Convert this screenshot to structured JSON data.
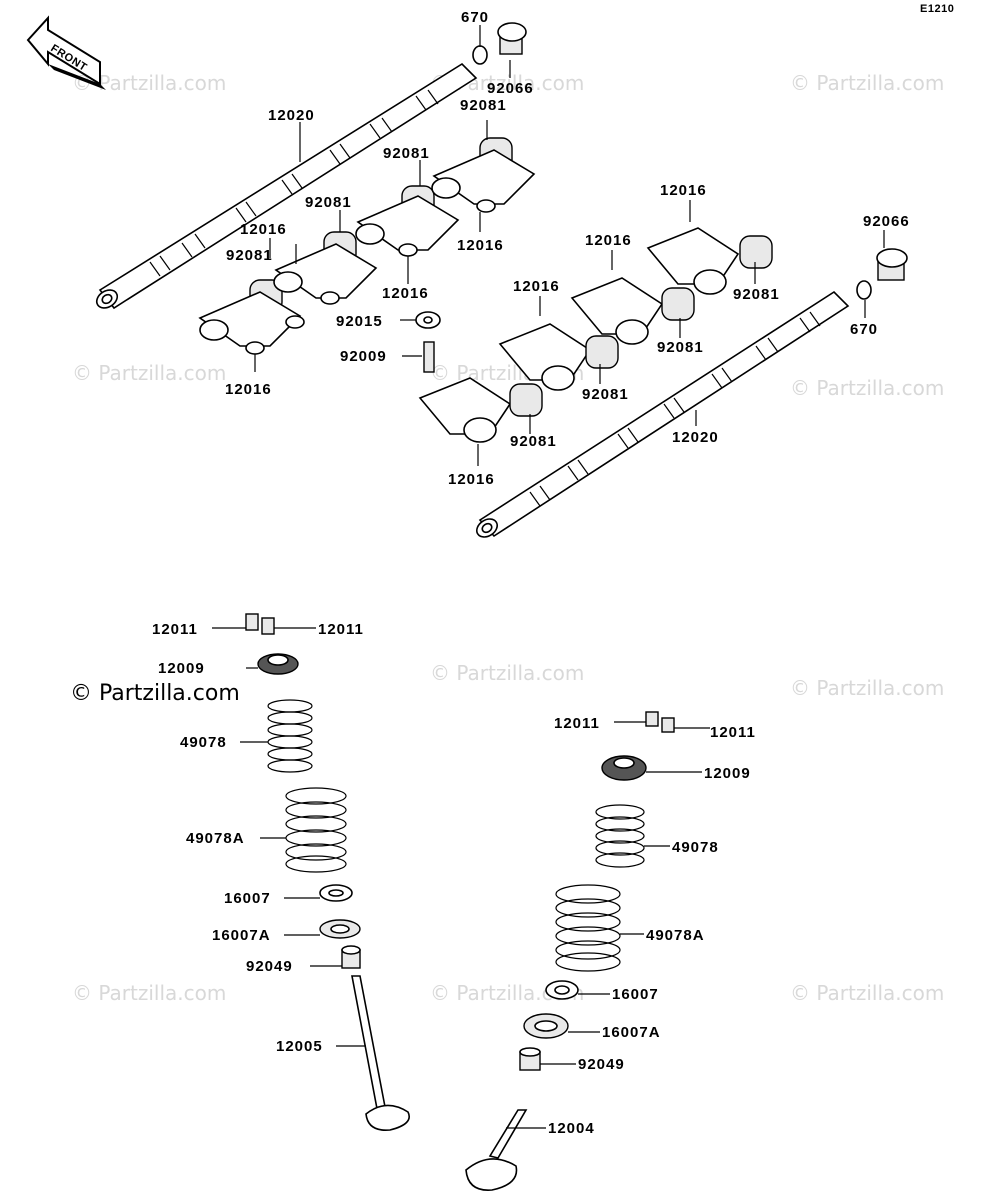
{
  "diagram_code": "E1210",
  "front_label": "FRONT",
  "watermark": "© Partzilla.com",
  "watermark_main": "© Partzilla.com",
  "labels": {
    "p670_top": "670",
    "p92066_top": "92066",
    "p12020_left": "12020",
    "p92081_a": "92081",
    "p92081_b": "92081",
    "p92081_c": "92081",
    "p92081_d": "92081",
    "p12016_a": "12016",
    "p12016_b": "12016",
    "p12016_c": "12016",
    "p12016_d": "12016",
    "p92015": "92015",
    "p92009": "92009",
    "p12016_r1": "12016",
    "p12016_r2": "12016",
    "p12016_r3": "12016",
    "p12016_r4": "12016",
    "p92066_right": "92066",
    "p670_right": "670",
    "p92081_r1": "92081",
    "p92081_r2": "92081",
    "p92081_r3": "92081",
    "p92081_r4": "92081",
    "p12020_right": "12020",
    "p12011_l1": "12011",
    "p12011_l2": "12011",
    "p12009_l": "12009",
    "p49078_l": "49078",
    "p49078A_l": "49078A",
    "p16007_l": "16007",
    "p16007A_l": "16007A",
    "p92049_l": "92049",
    "p12005": "12005",
    "p12011_r1": "12011",
    "p12011_r2": "12011",
    "p12009_r": "12009",
    "p49078_r": "49078",
    "p49078A_r": "49078A",
    "p16007_r": "16007",
    "p16007A_r": "16007A",
    "p92049_r": "92049",
    "p12004": "12004"
  }
}
